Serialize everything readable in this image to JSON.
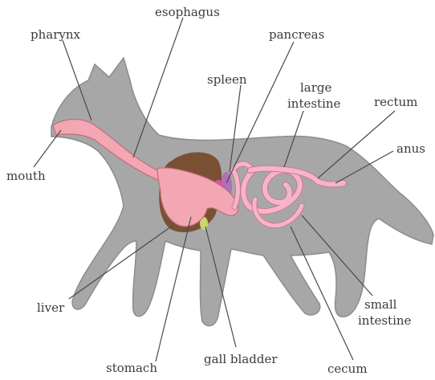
{
  "colors": {
    "body": "#a7a7a7",
    "body_outline": "#8c8c8c",
    "esophagus_stomach": "#f2a7b3",
    "esophagus_outline": "#c56c7e",
    "liver": "#7a5034",
    "spleen": "#b070b6",
    "pancreas": "#cf5aa6",
    "gall_bladder": "#c9d66a",
    "intestine": "#f6b4c8",
    "intestine_outline": "#c9788f",
    "label_text": "#3a3a3a",
    "leader_line": "#4a4a4a"
  },
  "labels": {
    "esophagus": "esophagus",
    "pharynx": "pharynx",
    "pancreas": "pancreas",
    "spleen": "spleen",
    "large_intestine_1": "large",
    "large_intestine_2": "intestine",
    "rectum": "rectum",
    "anus": "anus",
    "mouth": "mouth",
    "liver": "liver",
    "small_intestine_1": "small",
    "small_intestine_2": "intestine",
    "stomach": "stomach",
    "gall_bladder": "gall bladder",
    "cecum": "cecum"
  }
}
